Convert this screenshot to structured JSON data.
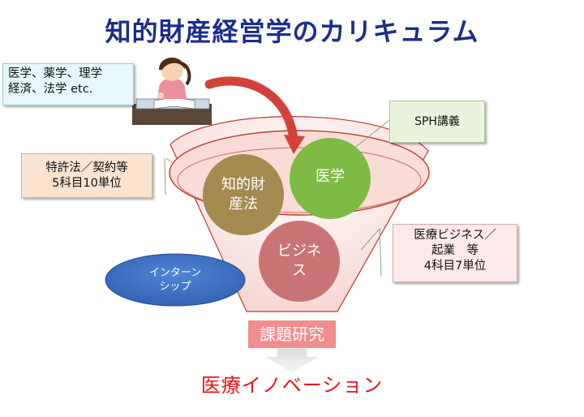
{
  "title": "知的財産経営学のカリキュラム",
  "boxes": {
    "background": {
      "line1": "医学、薬学、理学",
      "line2": "経済、法学 etc."
    },
    "patent": {
      "line1": "特許法／契約等",
      "line2": "5科目10単位"
    },
    "sph": {
      "label": "SPH講義"
    },
    "business": {
      "line1": "医療ビジネス／",
      "line2": "起業　等",
      "line3": "4科目7単位"
    }
  },
  "circles": {
    "ip_law": {
      "line1": "知的財",
      "line2": "産法"
    },
    "medicine": {
      "line1": "医学"
    },
    "business": {
      "line1": "ビジネ",
      "line2": "ス"
    }
  },
  "internship": {
    "line1": "インターン",
    "line2": "シップ"
  },
  "research": "課題研究",
  "outcome": "医療イノベーション",
  "colors": {
    "title": "#1c2e8c",
    "circle_ip": "#a38a4f",
    "circle_medicine": "#7dbb45",
    "circle_business": "#c87474",
    "internship": "#3d72c6",
    "research": "#f08d8d",
    "outcome": "#e8141a",
    "funnel": "#c0392b"
  },
  "icons": {
    "student": "student-studying-icon",
    "arrow": "curved-arrow-icon",
    "down_arrow": "down-arrow-icon"
  }
}
